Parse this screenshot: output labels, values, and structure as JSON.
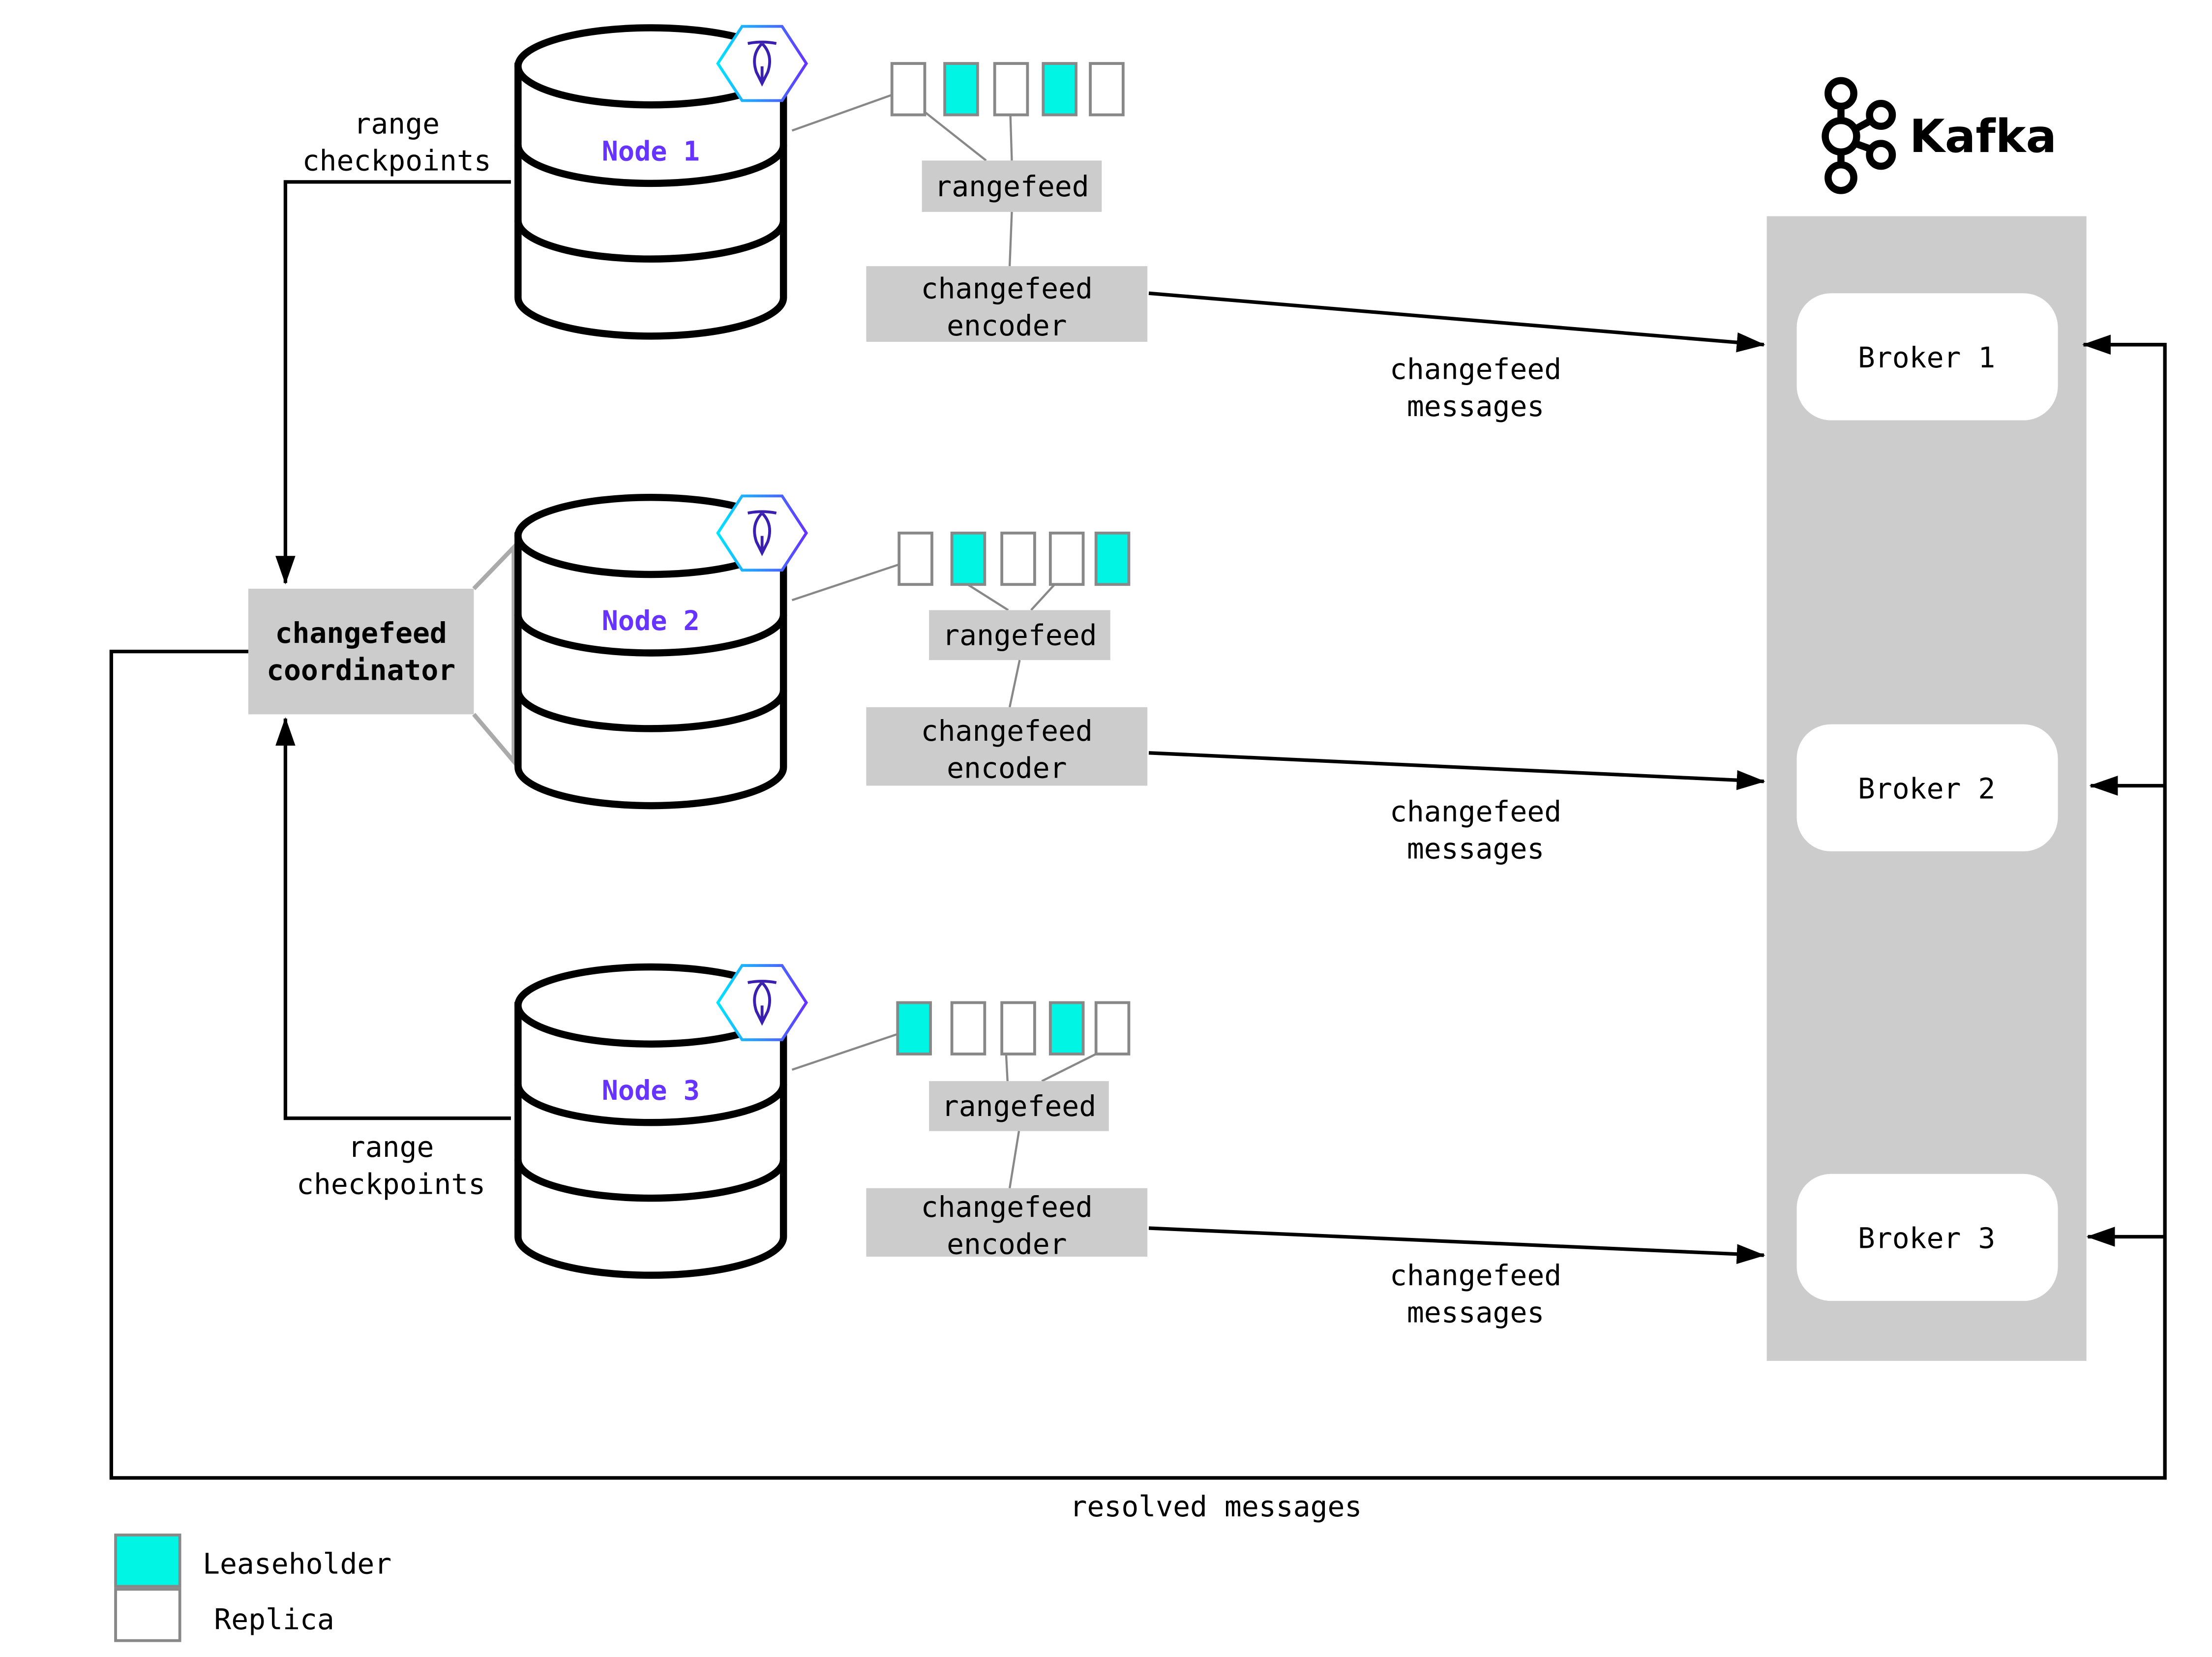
{
  "colors": {
    "leaseholder": "#00f5e4",
    "replica": "#ffffff",
    "box_fill": "#cccccc",
    "node_label": "#6633ff"
  },
  "nodes": [
    {
      "label": "Node 1",
      "replicas": [
        "replica",
        "leaseholder",
        "replica",
        "leaseholder",
        "replica"
      ],
      "rangefeed": "rangefeed",
      "encoder": [
        "changefeed",
        "encoder"
      ],
      "messages": [
        "changefeed",
        "messages"
      ],
      "icon": "cockroach-hexagon-icon"
    },
    {
      "label": "Node 2",
      "replicas": [
        "replica",
        "leaseholder",
        "replica",
        "replica",
        "leaseholder"
      ],
      "rangefeed": "rangefeed",
      "encoder": [
        "changefeed",
        "encoder"
      ],
      "messages": [
        "changefeed",
        "messages"
      ],
      "icon": "cockroach-hexagon-icon"
    },
    {
      "label": "Node 3",
      "replicas": [
        "leaseholder",
        "replica",
        "replica",
        "leaseholder",
        "replica"
      ],
      "rangefeed": "rangefeed",
      "encoder": [
        "changefeed",
        "encoder"
      ],
      "messages": [
        "changefeed",
        "messages"
      ],
      "icon": "cockroach-hexagon-icon"
    }
  ],
  "coordinator": [
    "changefeed",
    "coordinator"
  ],
  "range_checkpoints_top": [
    "range",
    "checkpoints"
  ],
  "range_checkpoints_bottom": [
    "range",
    "checkpoints"
  ],
  "kafka": {
    "logo_text": "Kafka",
    "brokers": [
      "Broker 1",
      "Broker 2",
      "Broker 3"
    ]
  },
  "resolved_messages": "resolved messages",
  "legend": [
    {
      "label": "Leaseholder",
      "kind": "leaseholder"
    },
    {
      "label": "Replica",
      "kind": "replica"
    }
  ]
}
